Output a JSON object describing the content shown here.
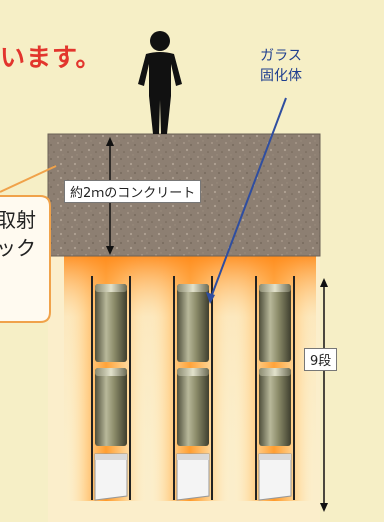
{
  "header": {
    "text": "います。"
  },
  "labels": {
    "glass_line1": "ガラス",
    "glass_line2": "固化体",
    "concrete": "約2ｍのコンクリート",
    "stack": "9段"
  },
  "callout": {
    "line1": "取射",
    "line2": "ック"
  },
  "colors": {
    "background": "#f6efc6",
    "header_text": "#e2352d",
    "concrete": "#8d7f72",
    "pointer": "#2f4ea0",
    "callout_border": "#f0a24a",
    "glow": "#ff9a2a",
    "canister": "#8c8c6a"
  },
  "icons": {
    "person": "person-silhouette-icon"
  }
}
